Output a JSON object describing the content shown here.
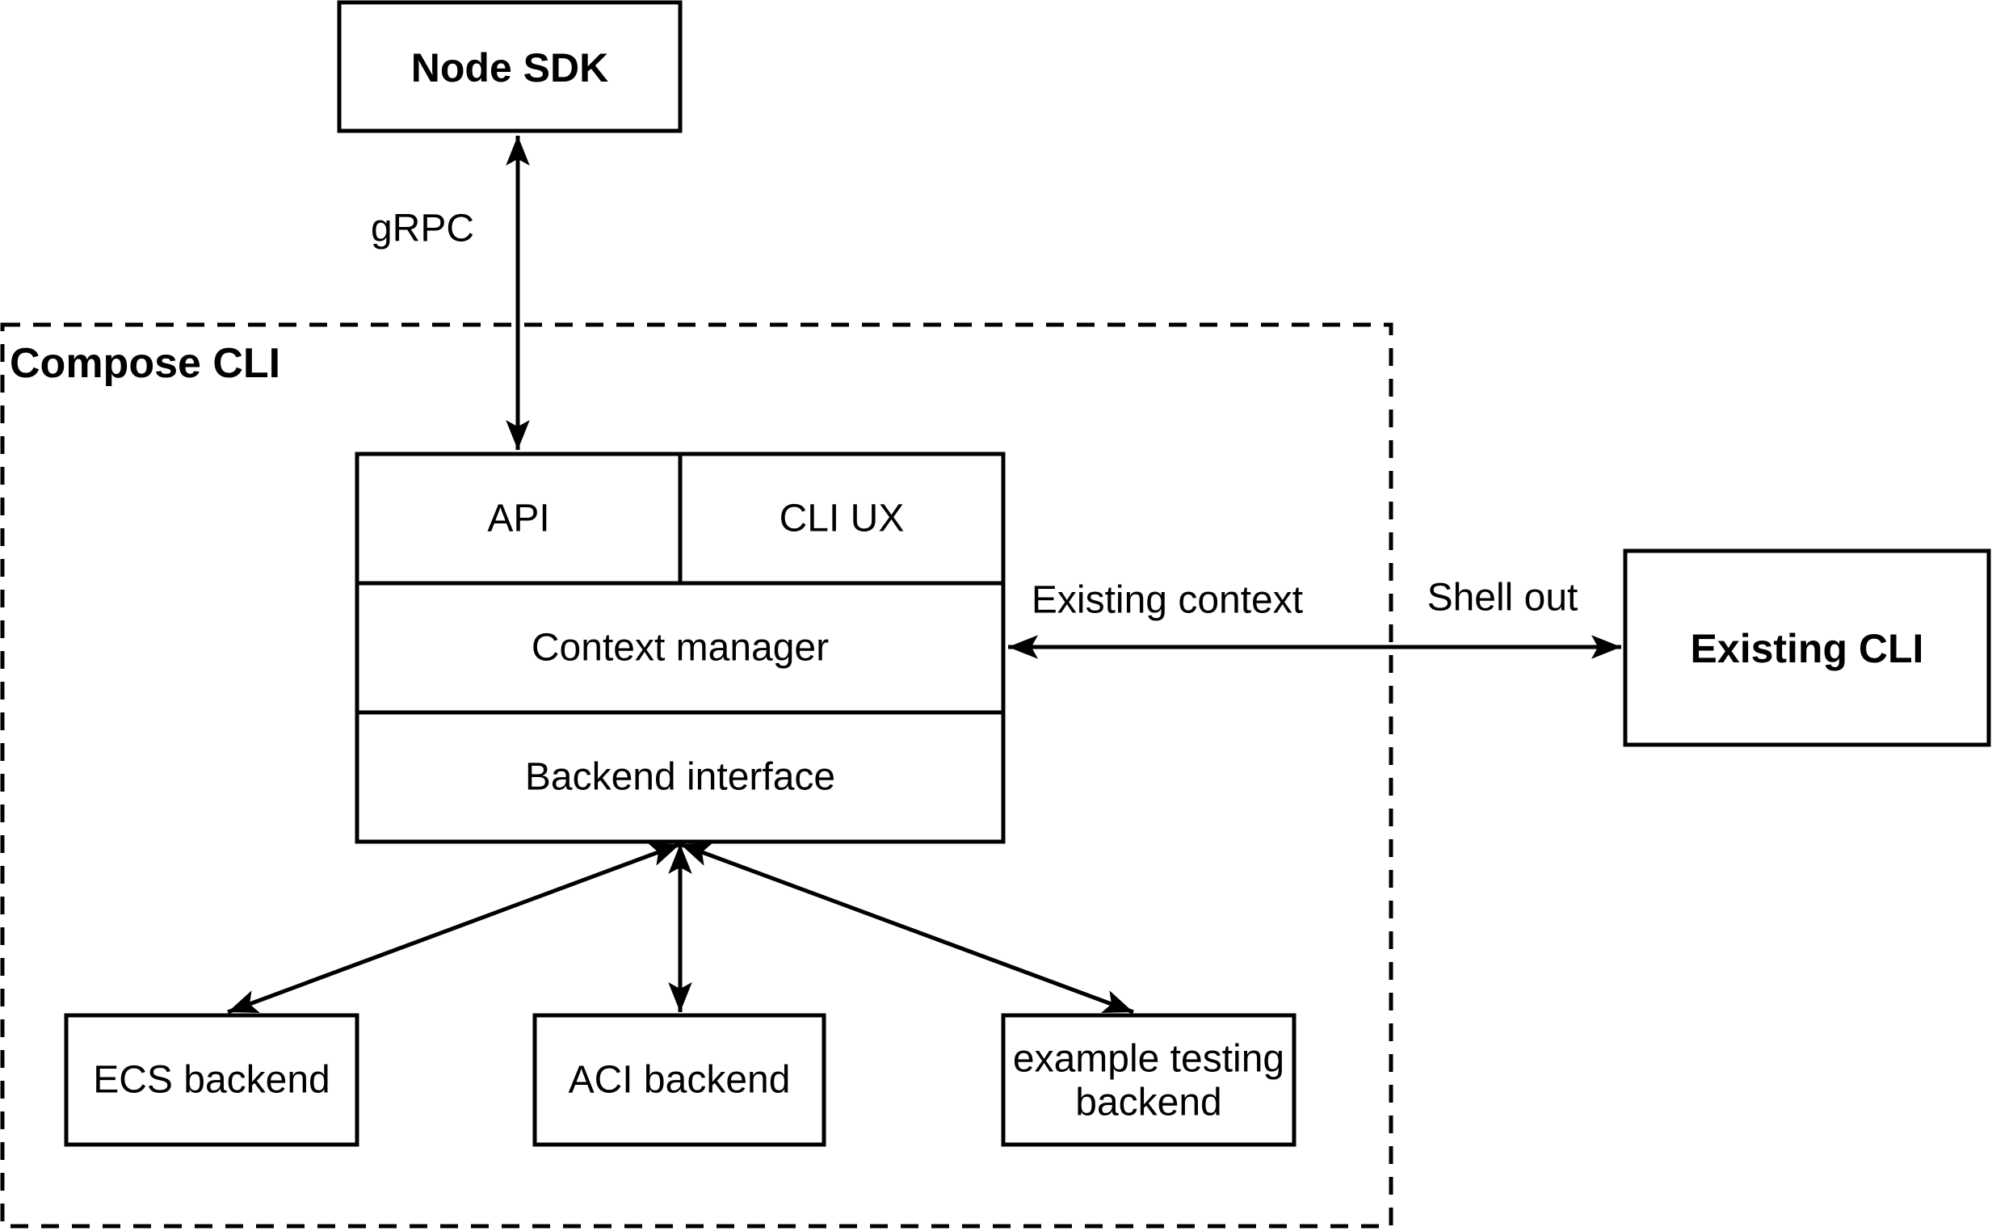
{
  "container": {
    "title": "Compose CLI"
  },
  "nodes": {
    "node_sdk": {
      "label": "Node SDK"
    },
    "api": {
      "label": "API"
    },
    "cli_ux": {
      "label": "CLI UX"
    },
    "context_manager": {
      "label": "Context manager"
    },
    "backend_interface": {
      "label": "Backend interface"
    },
    "existing_cli": {
      "label": "Existing CLI"
    },
    "ecs_backend": {
      "label": "ECS backend"
    },
    "aci_backend": {
      "label": "ACI backend"
    },
    "example_testing_backend": {
      "label_line1": "example testing",
      "label_line2": "backend"
    }
  },
  "edges": {
    "grpc": {
      "label": "gRPC",
      "style": "double-arrow"
    },
    "existing_context": {
      "label": "Existing context",
      "style": "double-arrow"
    },
    "shell_out": {
      "label": "Shell out",
      "style": "double-arrow"
    },
    "backend_ecs": {
      "label": "",
      "style": "double-arrow"
    },
    "backend_aci": {
      "label": "",
      "style": "double-arrow"
    },
    "backend_example_testing": {
      "label": "",
      "style": "double-arrow"
    }
  },
  "colors": {
    "stroke": "#000000",
    "background": "#ffffff",
    "text": "#000000"
  }
}
